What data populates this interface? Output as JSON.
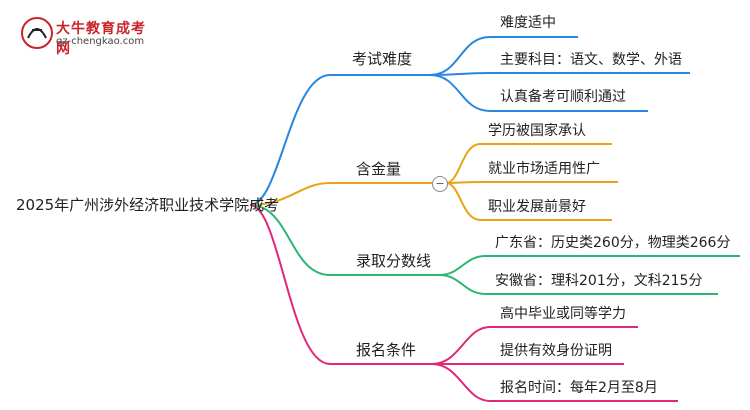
{
  "logo": {
    "name": "大牛教育成考网",
    "url": "gz-chengkao.com"
  },
  "root": {
    "label": "2025年广州涉外经济职业技术学院成考"
  },
  "branches": [
    {
      "label": "考试难度",
      "color": "#2a86e0",
      "leaves": [
        "难度适中",
        "主要科目：语文、数学、外语",
        "认真备考可顺利通过"
      ]
    },
    {
      "label": "含金量",
      "color": "#e8a317",
      "leaves": [
        "学历被国家承认",
        "就业市场适用性广",
        "职业发展前景好"
      ]
    },
    {
      "label": "录取分数线",
      "color": "#2bb673",
      "leaves": [
        "广东省：历史类260分，物理类266分",
        "安徽省：理科201分，文科215分"
      ]
    },
    {
      "label": "报名条件",
      "color": "#e0287a",
      "leaves": [
        "高中毕业或同等学力",
        "提供有效身份证明",
        "报名时间：每年2月至8月"
      ]
    }
  ],
  "collapse_symbol": "−"
}
